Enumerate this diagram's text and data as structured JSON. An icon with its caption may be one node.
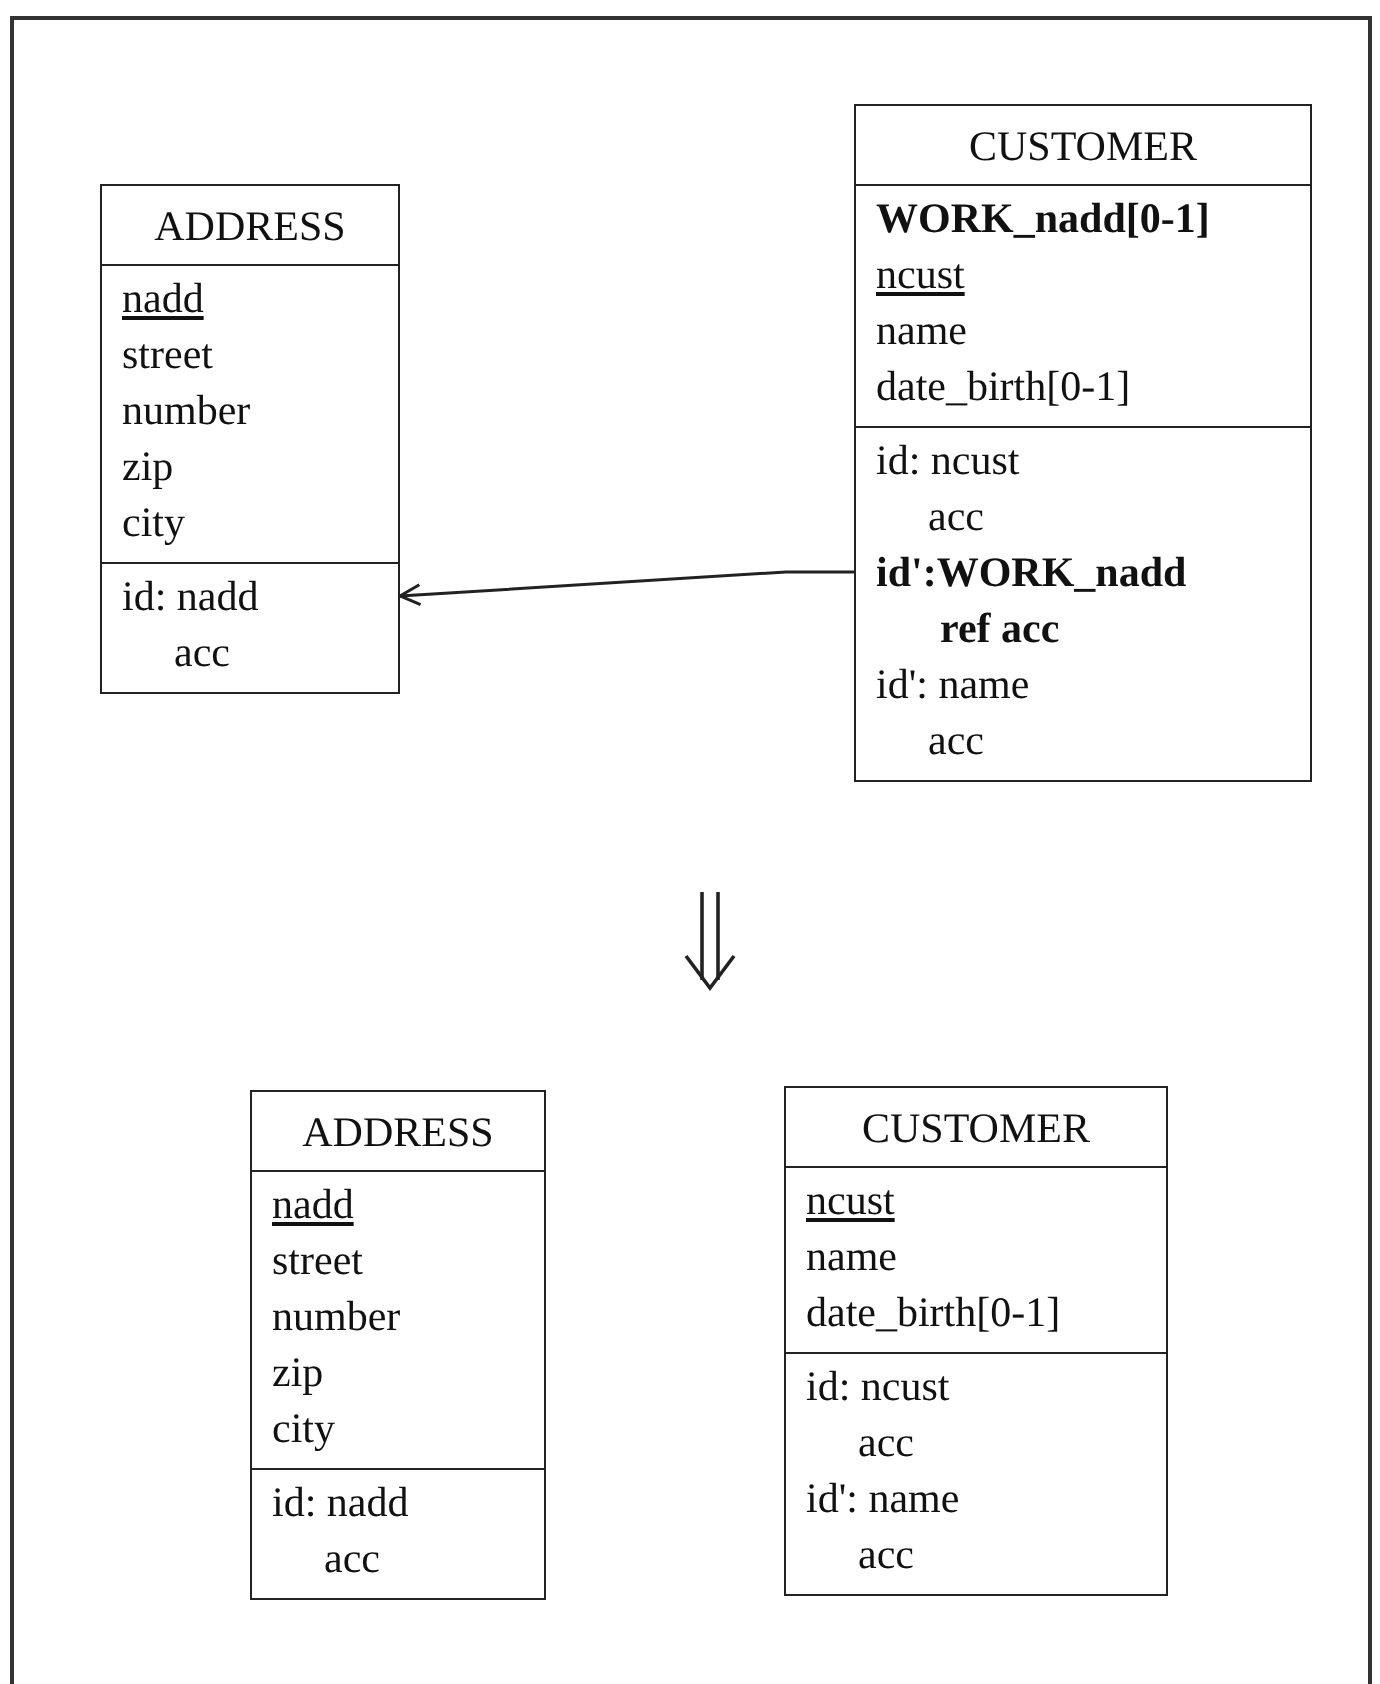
{
  "diagram": {
    "nodes": [
      {
        "text": [
          "ADDRESS",
          "nadd",
          "street",
          "number",
          "zip",
          "city",
          "id: nadd",
          "acc"
        ]
      },
      {
        "text": [
          "CUSTOMER",
          "WORK_nadd[0-1]",
          "ncust",
          "name",
          "date_birth[0-1]",
          "id: ncust",
          "acc",
          "id':WORK_nadd",
          "ref acc",
          "id': name",
          "acc"
        ]
      },
      {
        "text": [
          "ADDRESS",
          "nadd",
          "street",
          "number",
          "zip",
          "city",
          "id: nadd",
          "acc"
        ]
      },
      {
        "text": [
          "CUSTOMER",
          "ncust",
          "name",
          "date_birth[0-1]",
          "id: ncust",
          "acc",
          "id': name",
          "acc"
        ]
      }
    ],
    "edges": [
      {
        "from": 1,
        "to": 0,
        "arrow": "to"
      }
    ]
  }
}
